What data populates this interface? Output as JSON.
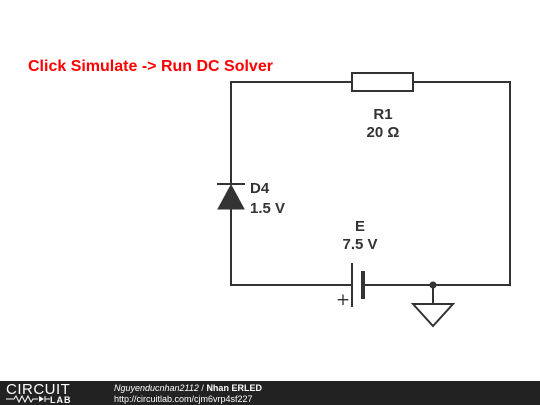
{
  "instruction": "Click Simulate -> Run DC Solver",
  "components": {
    "resistor": {
      "name": "R1",
      "value": "20 Ω"
    },
    "diode": {
      "name": "D4",
      "value": "1.5 V"
    },
    "battery": {
      "name": "E",
      "value": "7.5 V",
      "polarity": "+"
    }
  },
  "colors": {
    "wire": "#333333",
    "instruction": "#ff0000",
    "footer_bg": "#222222"
  },
  "footer": {
    "logo_word": "CIRCUIT",
    "logo_sub": "LAB",
    "author": "Nguyenducnhan2112",
    "separator": " / ",
    "title": "Nhan ERLED",
    "url": "http://circuitlab.com/cjm6vrp4sf227"
  }
}
